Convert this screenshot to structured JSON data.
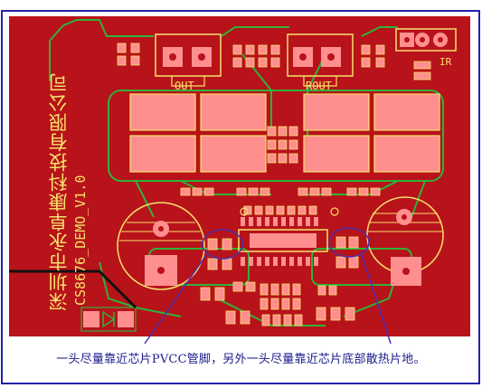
{
  "board": {
    "company_text": "深圳市永阜康科技有限公司",
    "model_text": "CS8676_DEMO_V1.0",
    "labels": {
      "out": "OUT",
      "rout": "ROUT",
      "ir": "IR"
    }
  },
  "caption": "一头尽量靠近芯片PVCC管脚，另外一头尽量靠近芯片底部散热片地。",
  "colors": {
    "board": "#b8121a",
    "copper_trace": "#2fb23a",
    "silkscreen": "#f4e26b",
    "pad_pink": "#ff8f8f",
    "frame": "#2222aa",
    "annotation": "#4b2fb0"
  }
}
